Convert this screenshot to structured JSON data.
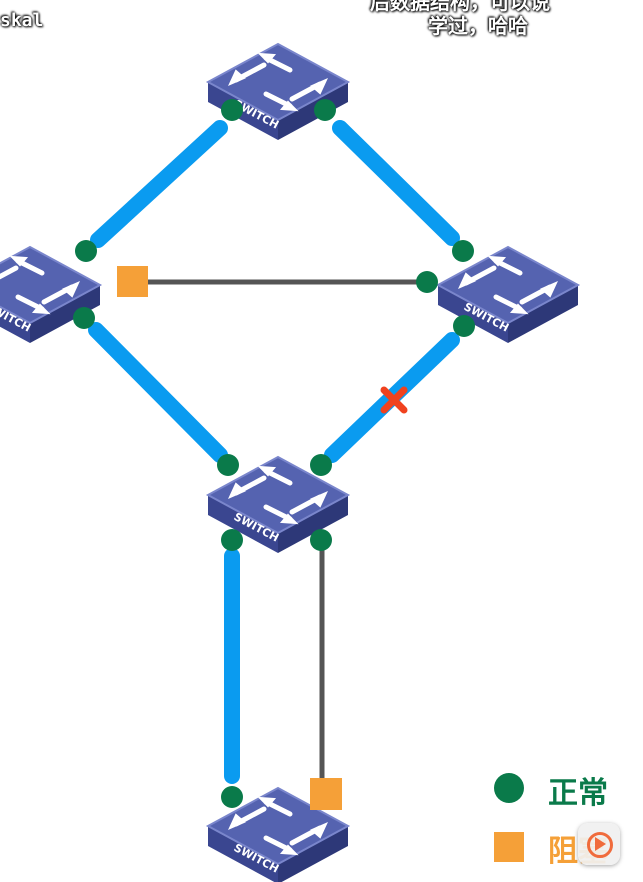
{
  "overlay": {
    "corner_text": "skal",
    "top_line_1": "后数据结构，可以说",
    "top_line_2": "学过，哈哈"
  },
  "switch_label": "SWITCH",
  "legend": {
    "normal_label": "正常",
    "blocked_label": "阻塞",
    "normal_color": "#0a7a4a",
    "blocked_color": "#f5a038"
  },
  "colors": {
    "active_link": "#0a9bf0",
    "blocked_link": "#555555",
    "port_normal": "#0a7a4a",
    "port_blocked": "#f5a038",
    "failure_mark": "#f0421e",
    "switch_top": "#5563b0",
    "switch_side": "#3a4690",
    "switch_front": "#2d3878"
  },
  "icons": {
    "play_button": "play-icon",
    "failure_mark": "cross-icon"
  }
}
